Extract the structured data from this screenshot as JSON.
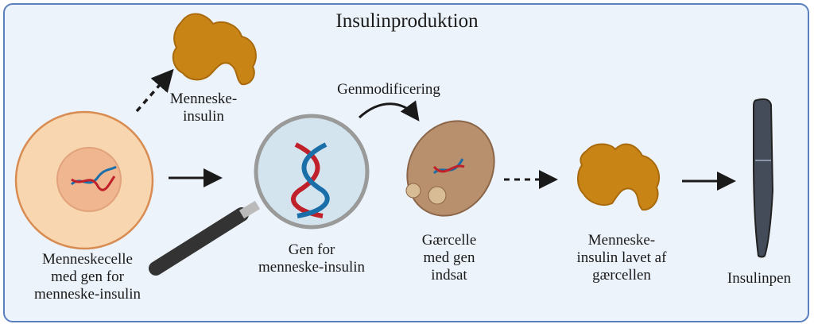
{
  "title": "Insulinproduktion",
  "labels": {
    "human_cell": "Menneskecelle\nmed gen for\nmenneske-insulin",
    "human_insulin": "Menneske-\ninsulin",
    "gene": "Gen for\nmenneske-insulin",
    "modification": "Genmodificering",
    "yeast_cell": "Gærcelle\nmed gen\nindsat",
    "yeast_insulin": "Menneske-\ninsulin lavet af\ngærcellen",
    "insulin_pen": "Insulinpen"
  },
  "colors": {
    "frame_border": "#5a7fbf",
    "background": "#edf3fb",
    "insulin": "#c98416",
    "cell_outer": "#f8d7b0",
    "cell_nucleus": "#efb690",
    "dna_blue": "#1b6fa8",
    "dna_red": "#c0202a",
    "yeast": "#b8906e",
    "pen": "#444c5a"
  }
}
